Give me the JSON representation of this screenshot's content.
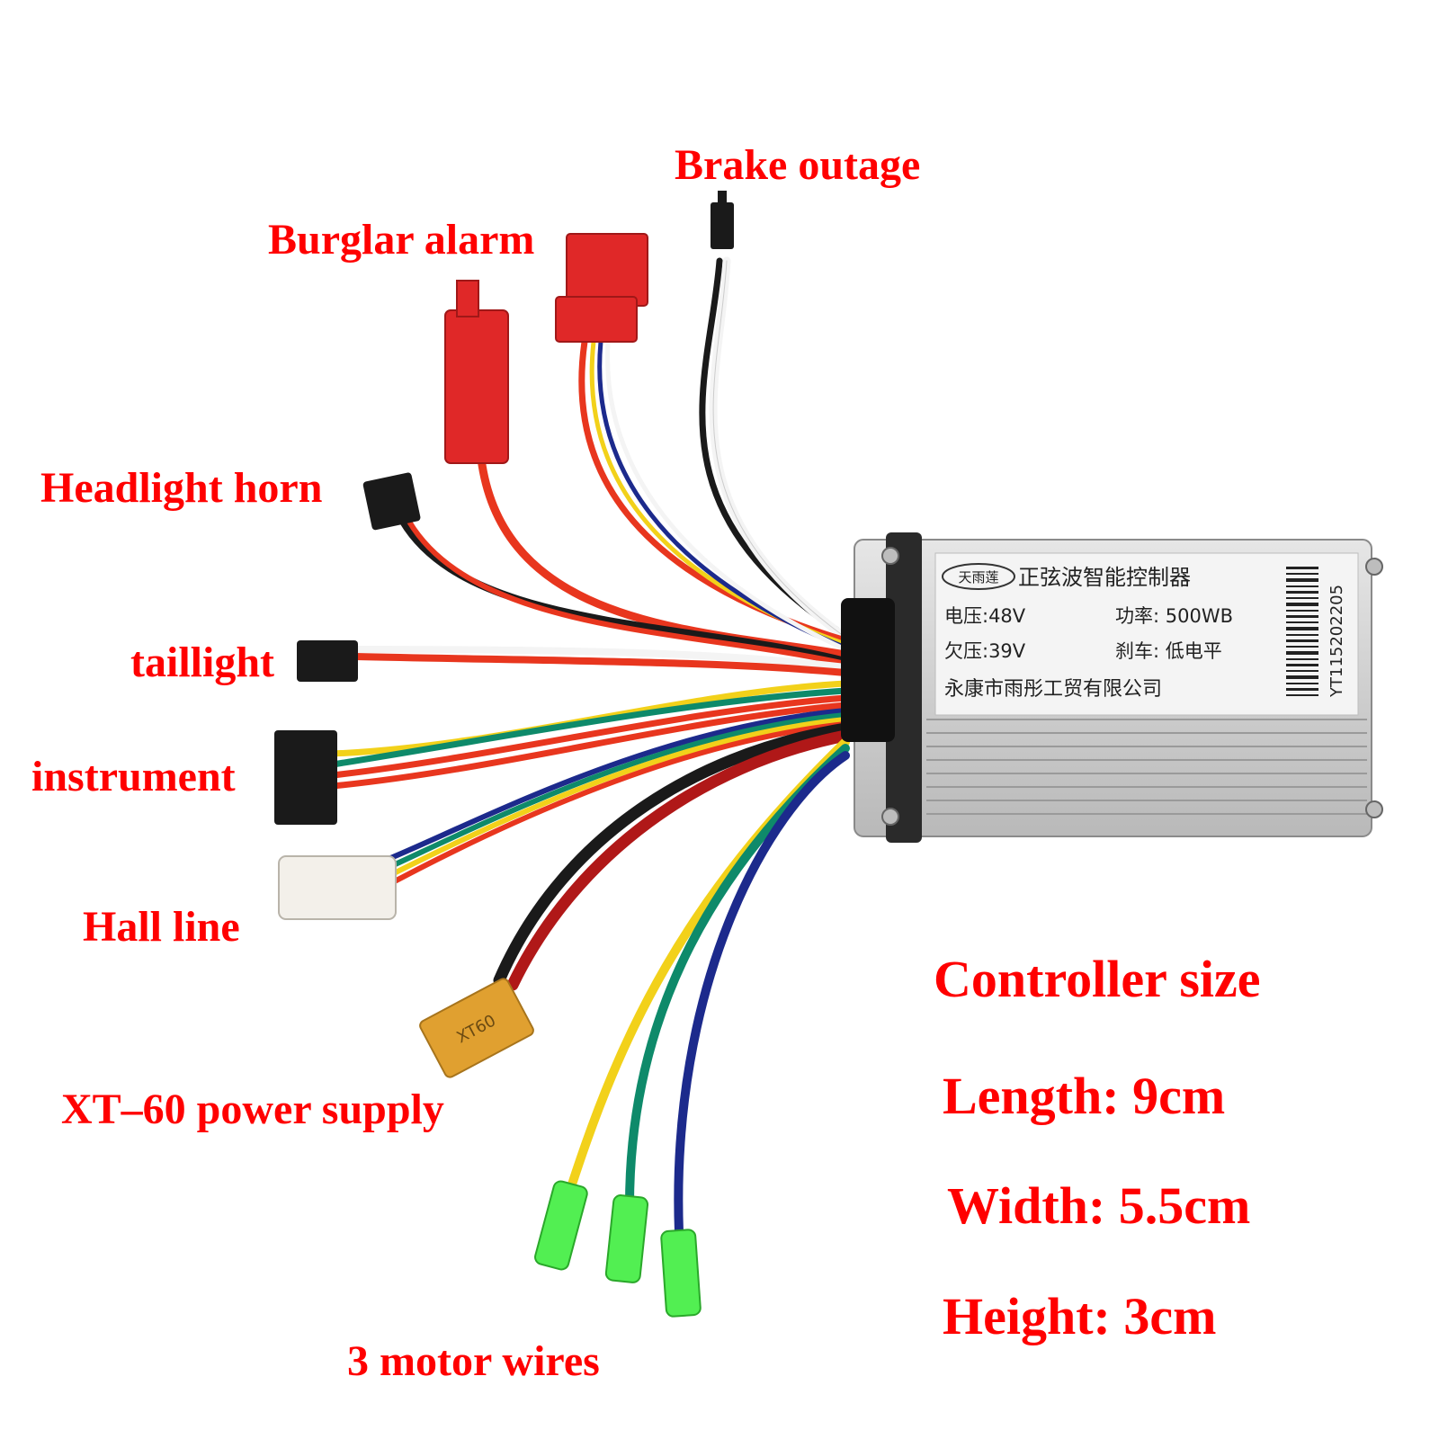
{
  "labels": {
    "brake": "Brake outage",
    "burglar": "Burglar alarm",
    "headlight": "Headlight horn",
    "taillight": "taillight",
    "instrument": "instrument",
    "hall": "Hall line",
    "power": "XT–60 power supply",
    "motor": "3 motor wires"
  },
  "size": {
    "title": "Controller size",
    "length": "Length: 9cm",
    "width": "Width: 5.5cm",
    "height": "Height: 3cm"
  },
  "sticker": {
    "logo": "天雨莲",
    "title": "正弦波智能控制器",
    "voltage": "电压:48V",
    "power": "功率: 500WB",
    "undervoltage": "欠压:39V",
    "brake": "刹车: 低电平",
    "company": "永康市雨彤工贸有限公司",
    "serial": "YT115202205"
  },
  "connector_marking": "XT60",
  "colors": {
    "label": "#ff0000",
    "red_wire": "#e8361e",
    "black_wire": "#1a1a1a",
    "yellow_wire": "#f2d11a",
    "green_wire": "#0e8a6a",
    "blue_wire": "#1c2a8c",
    "white_wire": "#f4f4f4",
    "xt60": "#e0a030",
    "red_connector": "#e02828",
    "green_sleeve": "#52ef52"
  }
}
